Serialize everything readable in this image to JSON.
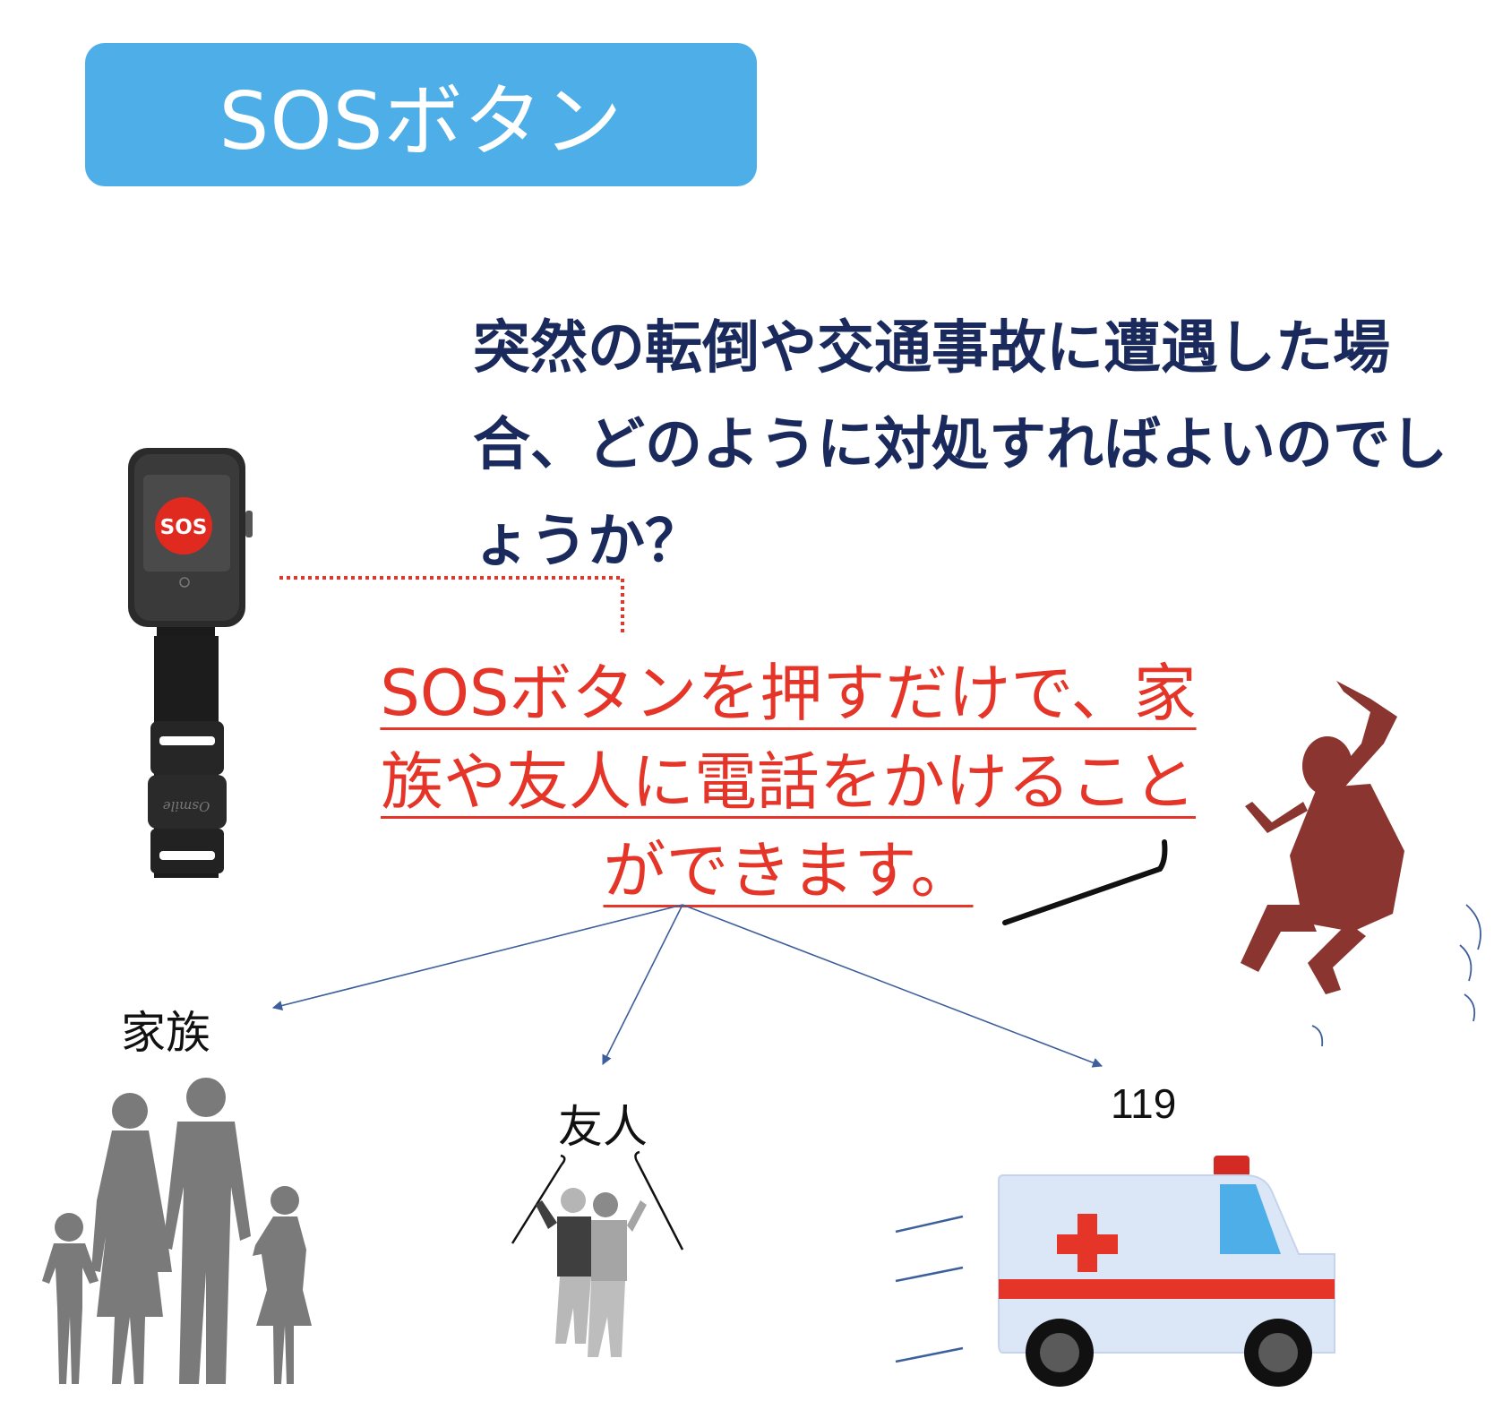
{
  "title": "SOSボタン",
  "question": "突然の転倒や交通事故に遭遇した場合、どのように対処すればよいのでしょうか？",
  "answer_lines": [
    "SOSボタンを押すだけで、家",
    "族や友人に電話をかけること",
    "ができます。"
  ],
  "watch": {
    "screen_label": "SOS",
    "strap_brand": "Osmile"
  },
  "targets": {
    "family": "家族",
    "friend": "友人",
    "emergency": "119"
  },
  "colors": {
    "title_bg": "#4eaee8",
    "question_text": "#1a2a5c",
    "answer_text": "#e53528",
    "arrow": "#3d5f9c",
    "silhouette_gray": "#7a7a7a",
    "falling_person": "#8b3530"
  }
}
